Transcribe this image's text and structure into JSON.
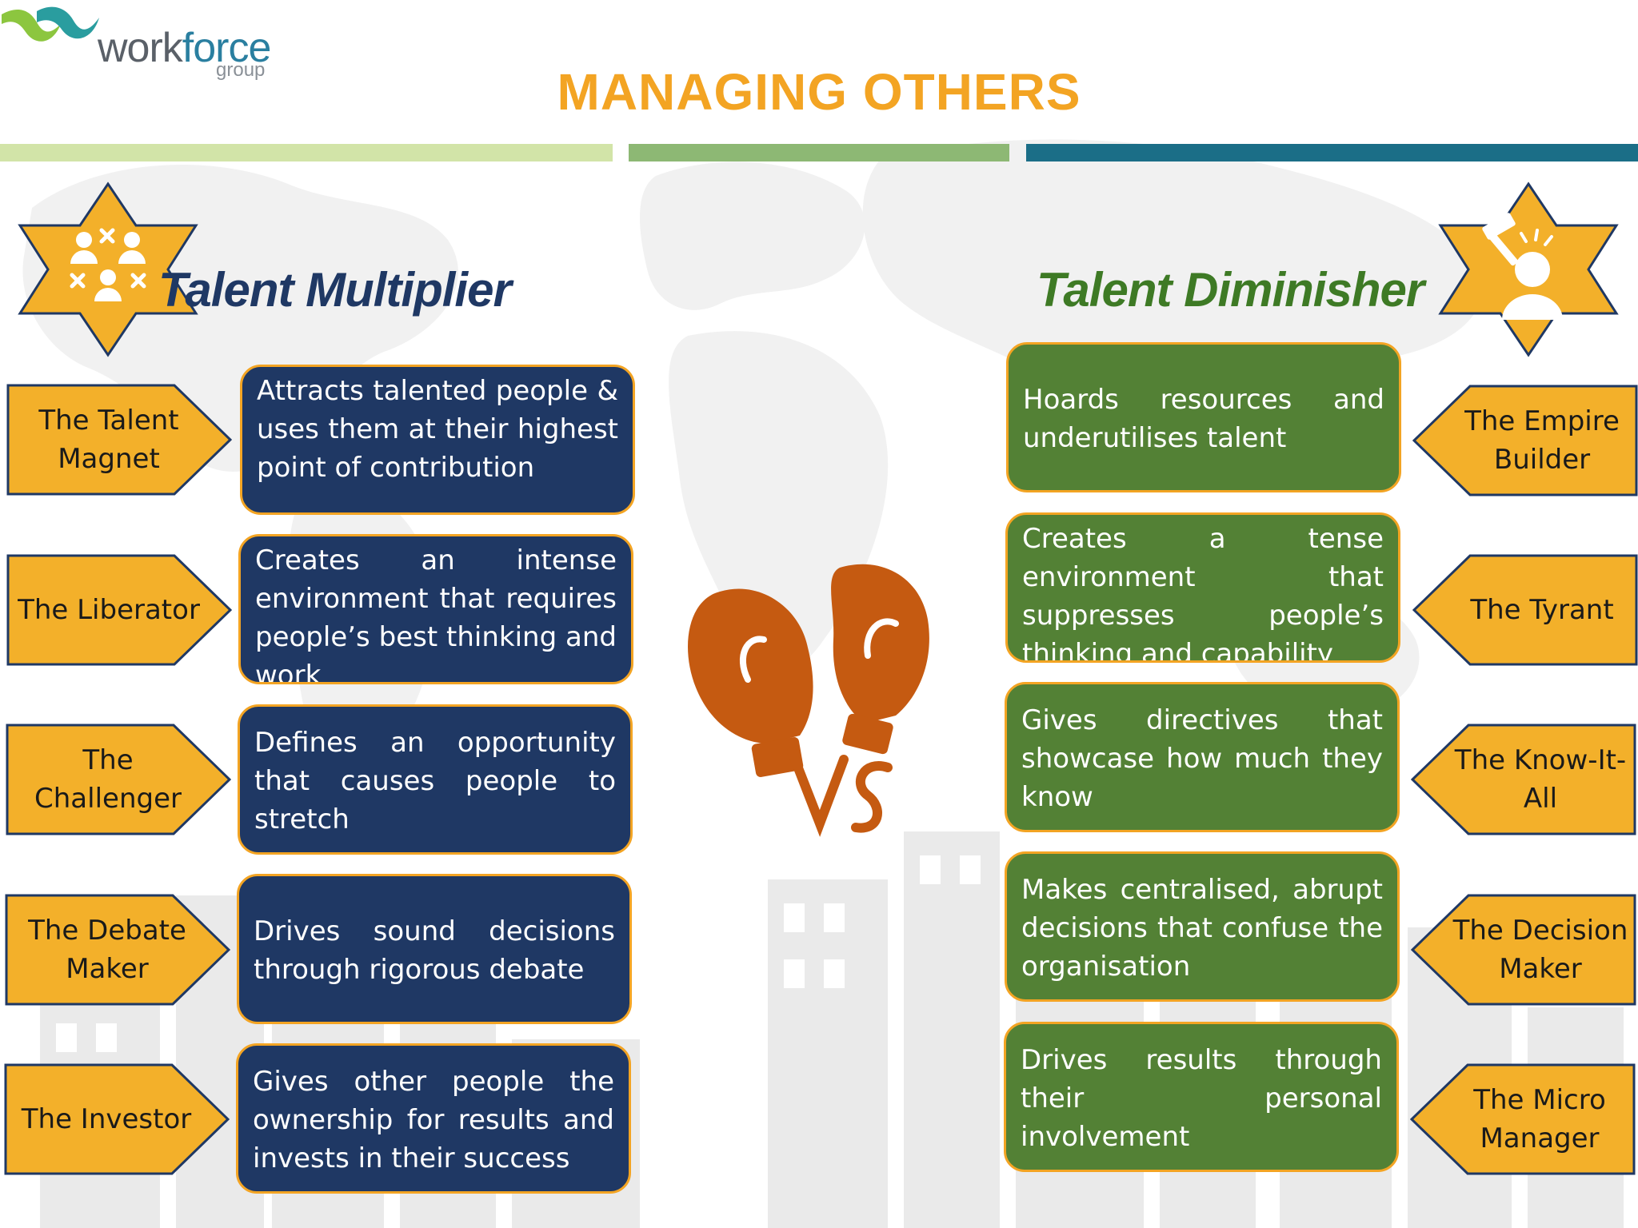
{
  "logo": {
    "word_main": "work",
    "word_accent": "force",
    "sub": "group"
  },
  "title": "MANAGING OTHERS",
  "colors": {
    "title_orange": "#f3a423",
    "multiplier_blue": "#1f3864",
    "diminisher_green": "#538135",
    "arrow_orange": "#f3b02a",
    "glove_orange": "#c55a11",
    "stripes": [
      "#d2e4a8",
      "#8db874",
      "#1b6e87"
    ]
  },
  "multiplier": {
    "title": "Talent Multiplier",
    "icon": "team-strategy-icon",
    "items": [
      {
        "label": "The Talent Magnet",
        "description": "Attracts talented people & uses them at their highest point of contribution"
      },
      {
        "label": "The Liberator",
        "description": "Creates an intense environment that requires people’s best thinking and work"
      },
      {
        "label": "The Challenger",
        "description": "Defines an opportunity that causes people to stretch"
      },
      {
        "label": "The Debate Maker",
        "description": "Drives sound decisions through rigorous debate"
      },
      {
        "label": "The Investor",
        "description": "Gives other people the ownership for results and invests in their success"
      }
    ]
  },
  "diminisher": {
    "title": "Talent Diminisher",
    "icon": "hammer-person-icon",
    "items": [
      {
        "label": "The Empire Builder",
        "description": "Hoards resources and underutilises talent"
      },
      {
        "label": "The Tyrant",
        "description": "Creates a tense environment that suppresses people’s thinking and capability"
      },
      {
        "label": "The Know-It-All",
        "description": "Gives directives that showcase how much they know"
      },
      {
        "label": "The Decision Maker",
        "description": "Makes centralised, abrupt decisions that confuse the organisation"
      },
      {
        "label": "The Micro Manager",
        "description": "Drives results through their personal involvement"
      }
    ]
  },
  "vs_icon": "boxing-gloves-icon"
}
